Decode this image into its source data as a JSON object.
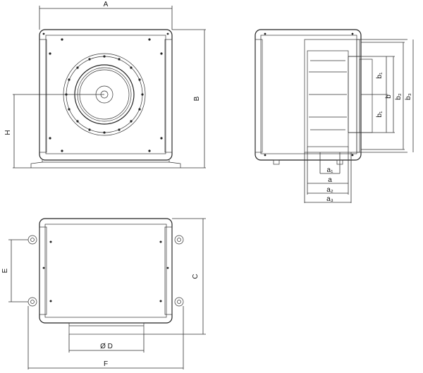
{
  "labels": {
    "A": "A",
    "B": "B",
    "H": "H",
    "C": "C",
    "E": "E",
    "F": "F",
    "D": "Ø D",
    "a": "a",
    "a1": "a₁",
    "a2": "a₂",
    "a3": "a₃",
    "b": "b",
    "b1_top": "b₁",
    "b1_bottom": "b₁",
    "b2": "b₂",
    "b3": "b₃"
  }
}
